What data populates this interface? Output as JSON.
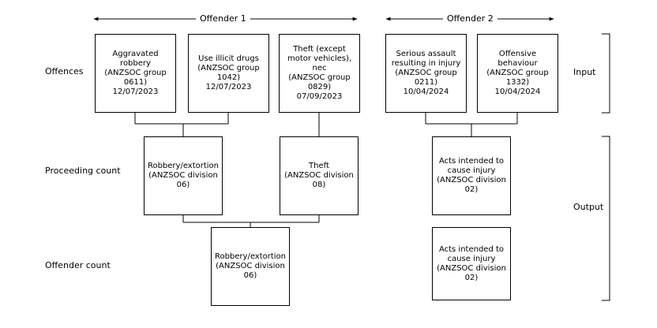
{
  "headers": {
    "offender1": "Offender 1",
    "offender2": "Offender 2"
  },
  "row_labels": {
    "offences": "Offences",
    "proceeding_count": "Proceeding count",
    "offender_count": "Offender count"
  },
  "side_labels": {
    "input": "Input",
    "output": "Output"
  },
  "offences": [
    {
      "text": "Aggravated\nrobbery\n(ANZSOC group\n0611)\n12/07/2023"
    },
    {
      "text": "Use illicit drugs\n(ANZSOC group\n1042)\n12/07/2023"
    },
    {
      "text": "Theft (except\nmotor vehicles),\nnec\n(ANZSOC group\n0829)\n07/09/2023"
    },
    {
      "text": "Serious assault\nresulting in injury\n(ANZSOC group\n0211)\n10/04/2024"
    },
    {
      "text": "Offensive\nbehaviour\n(ANZSOC group\n1332)\n10/04/2024"
    }
  ],
  "proceedings": [
    {
      "text": "Robbery/extortion\n(ANZSOC division\n06)"
    },
    {
      "text": "Theft\n(ANZSOC division\n08)"
    },
    {
      "text": "Acts intended to\ncause injury\n(ANZSOC division\n02)"
    }
  ],
  "offender_counts": [
    {
      "text": "Robbery/extortion\n(ANZSOC division\n06)"
    },
    {
      "text": "Acts intended to\ncause injury\n(ANZSOC division\n02)"
    }
  ]
}
